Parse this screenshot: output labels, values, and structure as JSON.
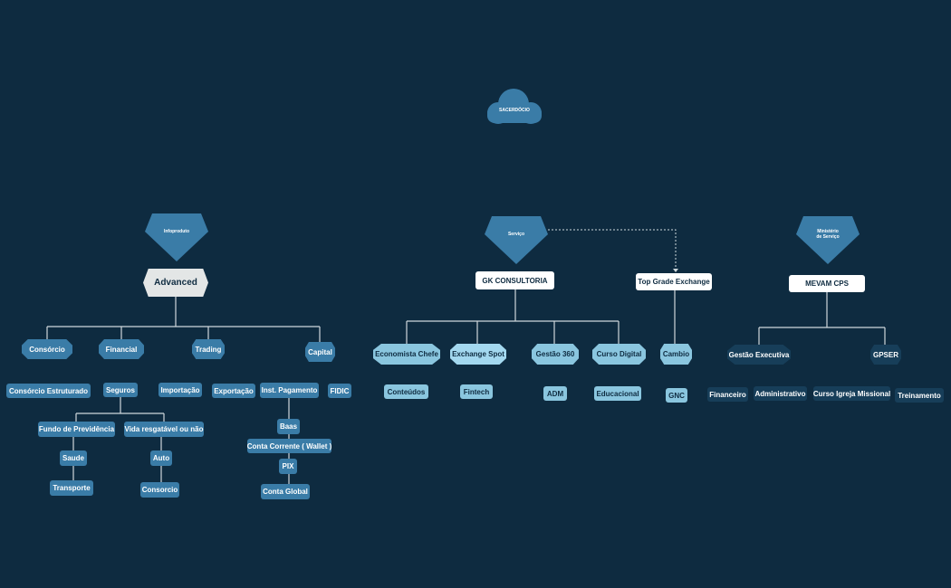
{
  "cloud": "SACERDÓCIO",
  "gems": {
    "left": "Infoproduto",
    "middle": "Serviço",
    "right_line1": "Ministério",
    "right_line2": "de Serviço"
  },
  "left": {
    "main": "Advanced",
    "branches": [
      "Consórcio",
      "Financial",
      "Trading",
      "Capital"
    ],
    "consorcio_child": "Consórcio Estruturado",
    "seguros": "Seguros",
    "fundo": "Fundo de Previdência",
    "vida": "Vida resgatável ou não",
    "saude": "Saude",
    "transporte": "Transporte",
    "auto": "Auto",
    "consorcio2": "Consorcio",
    "importacao": "Importação",
    "exportacao": "Exportação",
    "inst": "Inst. Pagamento",
    "fidic": "FIDIC",
    "baas": "Baas",
    "conta_corrente": "Conta Corrente ( Wallet )",
    "pix": "PIX",
    "conta_global": "Conta Global"
  },
  "middle": {
    "gk": "GK CONSULTORIA",
    "top_grade": "Top Grade Exchange",
    "branches": [
      "Economista Chefe",
      "Exchange Spot",
      "Gestão 360",
      "Curso Digital",
      "Cambio"
    ],
    "children": [
      "Conteúdos",
      "Fintech",
      "ADM",
      "Educacional",
      "GNC"
    ]
  },
  "right": {
    "main": "MEVAM CPS",
    "gestao": "Gestão Executiva",
    "gpser": "GPSER",
    "children": [
      "Financeiro",
      "Administrativo",
      "Curso Igreja Missional",
      "Treinamento"
    ]
  },
  "colors": {
    "background": "#0e2b40",
    "node_blue": "#3a7ca7",
    "node_light": "#8ac6df",
    "connector": "#cfd8dc"
  }
}
